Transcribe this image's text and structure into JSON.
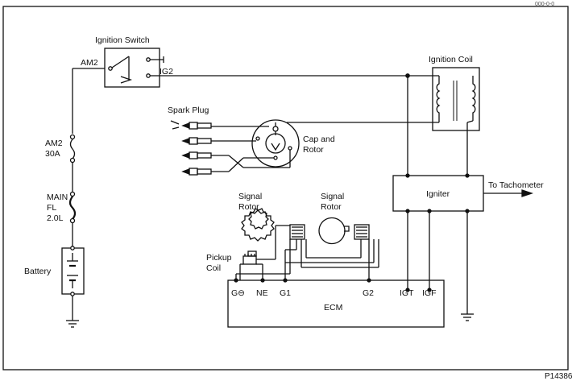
{
  "labels": {
    "top_right_code": "000-0-0",
    "ignition_switch": "Ignition Switch",
    "am2_left": "AM2",
    "ig2": "IG2",
    "ignition_coil": "Ignition Coil",
    "spark_plug": "Spark Plug",
    "cap_rotor_1": "Cap and",
    "cap_rotor_2": "Rotor",
    "fuse_am2_1": "AM2",
    "fuse_am2_2": "30A",
    "main_fl_1": "MAIN",
    "main_fl_2": "FL",
    "main_fl_3": "2.0L",
    "battery": "Battery",
    "signal_rotor_1_a": "Signal",
    "signal_rotor_1_b": "Rotor",
    "signal_rotor_2_a": "Signal",
    "signal_rotor_2_b": "Rotor",
    "pickup_coil_1": "Pickup",
    "pickup_coil_2": "Coil",
    "igniter": "Igniter",
    "to_tachometer": "To Tachometer",
    "ecm": "ECM",
    "pin_g": "G⊖",
    "pin_ne": "NE",
    "pin_g1": "G1",
    "pin_g2": "G2",
    "pin_igt": "IGT",
    "pin_igf": "IGF",
    "figure_code": "P14386"
  },
  "colors": {
    "line": "#111111",
    "background": "#ffffff"
  }
}
